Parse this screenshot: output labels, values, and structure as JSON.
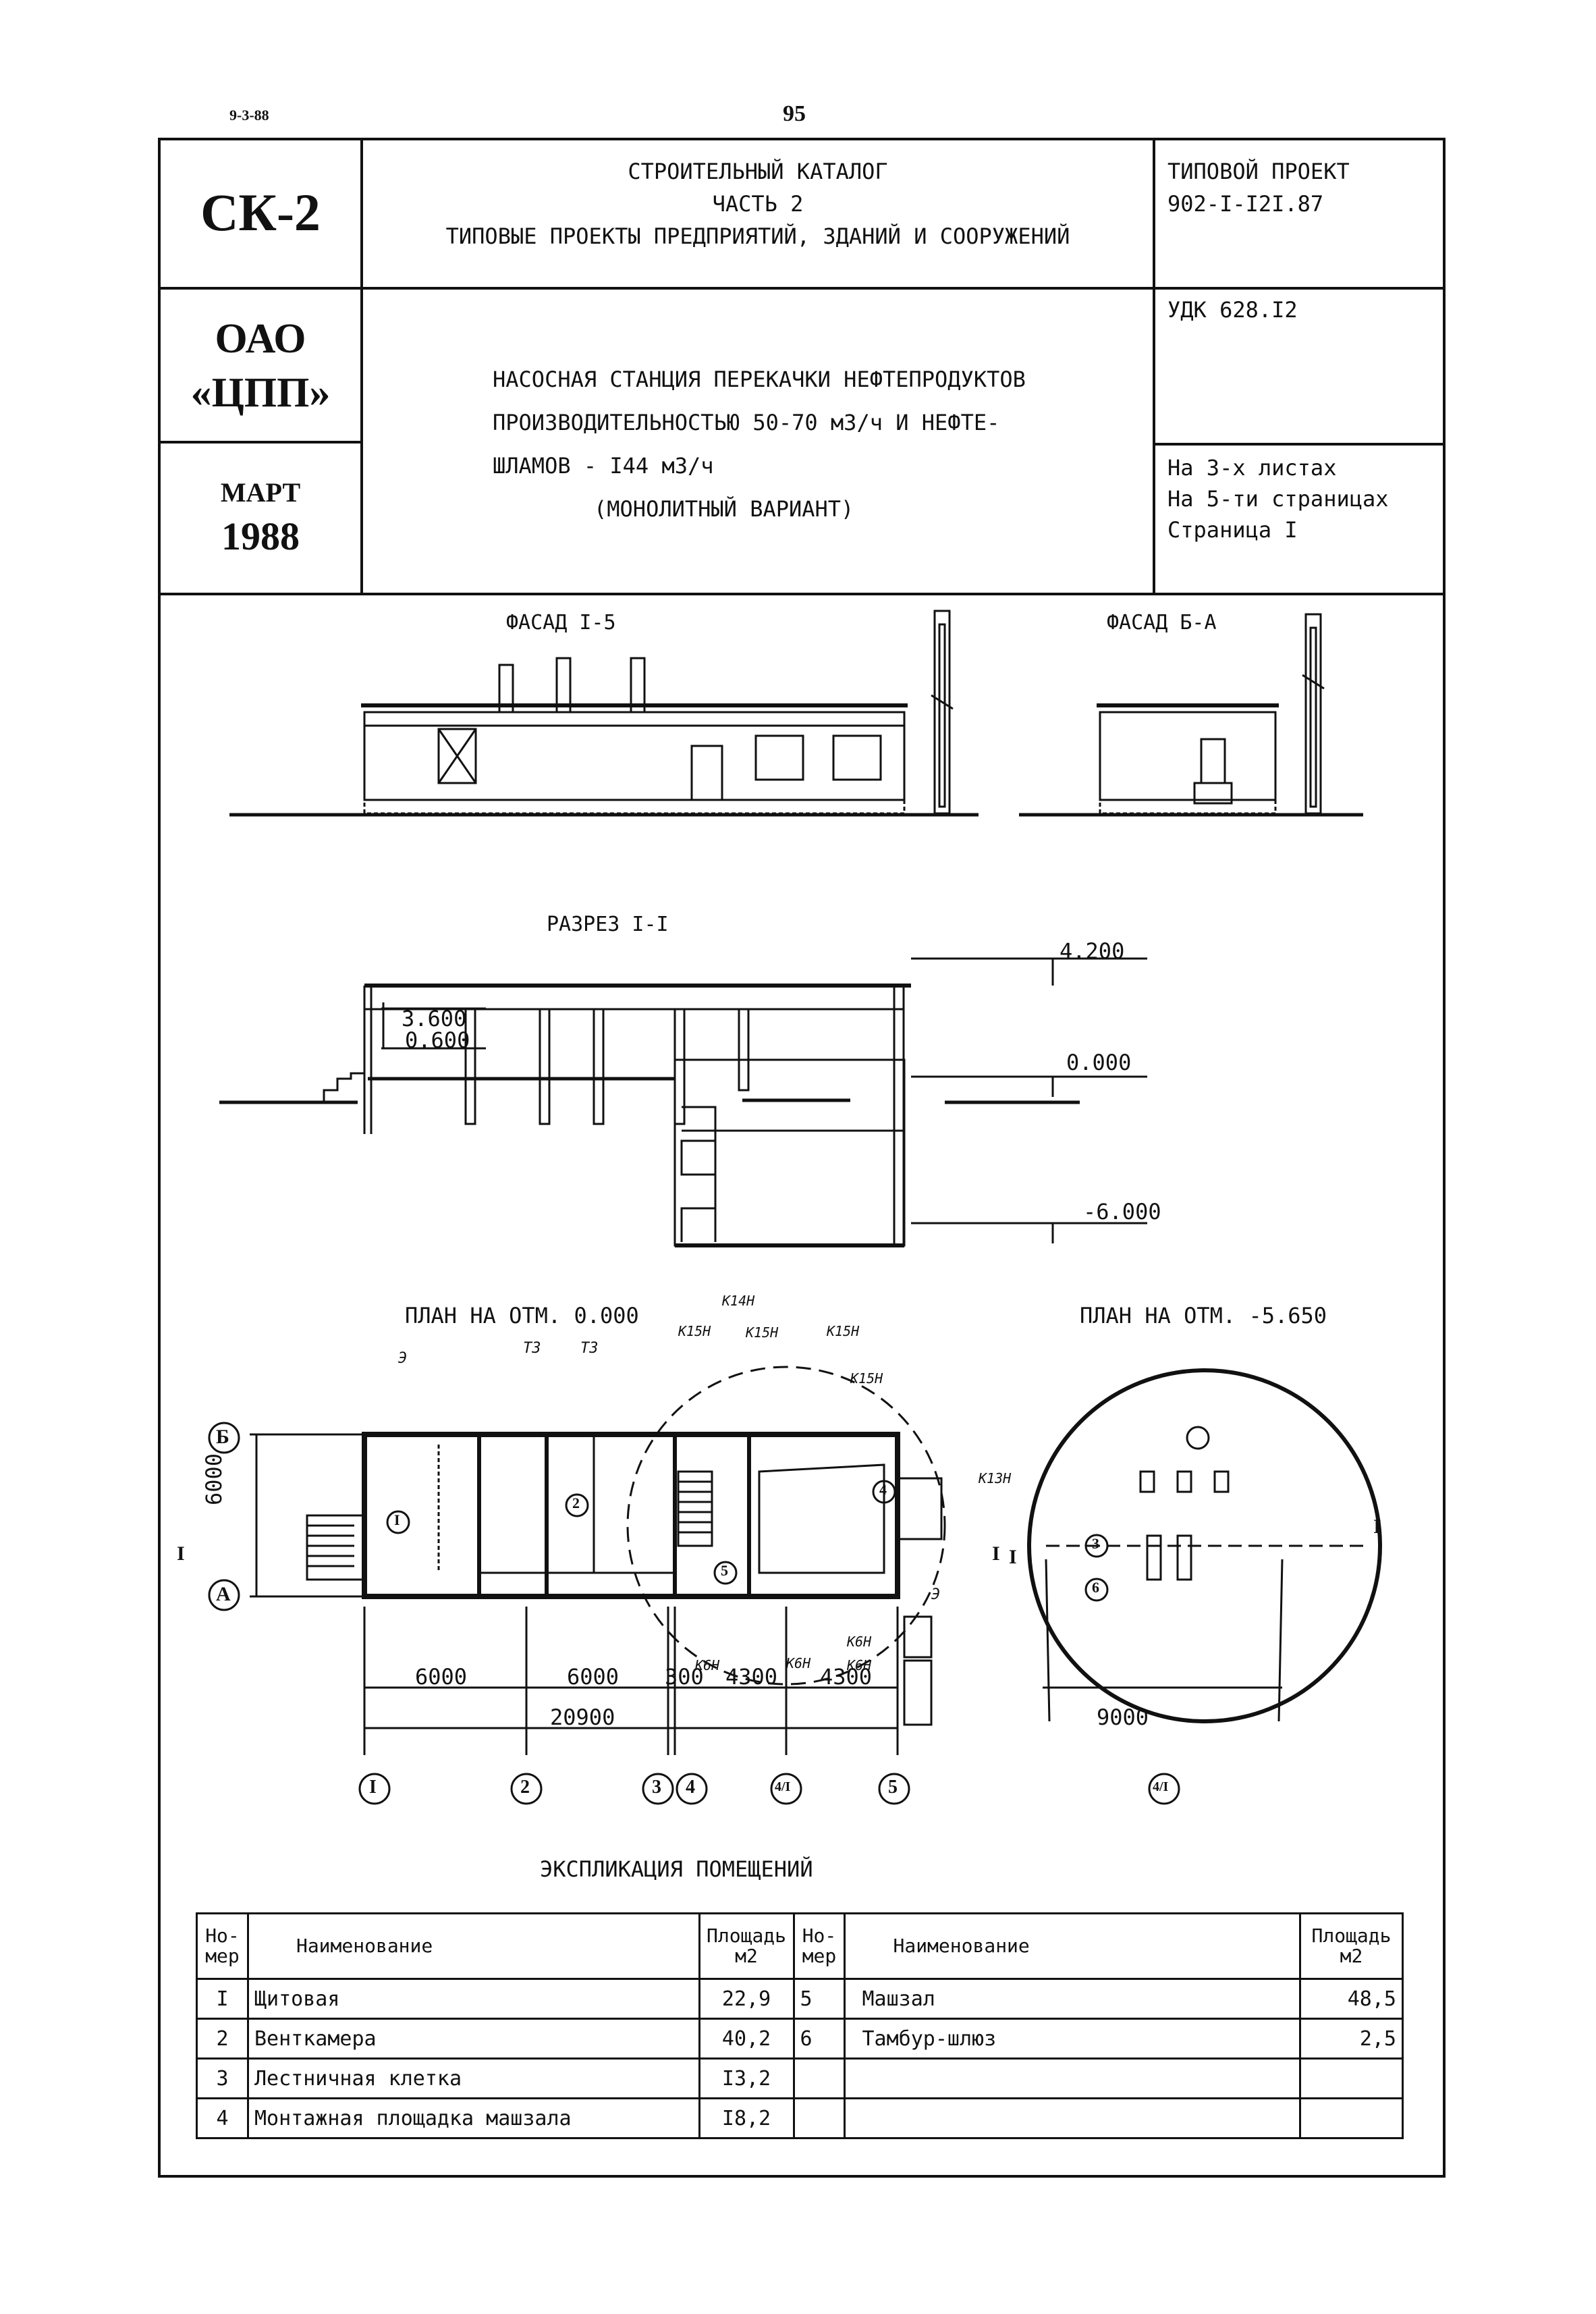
{
  "page": {
    "code_left": "9-3-88",
    "page_number": "95"
  },
  "header": {
    "series": "СК-2",
    "catalog_lines": [
      "СТРОИТЕЛЬНЫЙ КАТАЛОГ",
      "ЧАСТЬ 2",
      "ТИПОВЫЕ ПРОЕКТЫ ПРЕДПРИЯТИЙ, ЗДАНИЙ И СООРУЖЕНИЙ"
    ],
    "project_lines": [
      "ТИПОВОЙ ПРОЕКТ",
      "902-I-I2I.87"
    ],
    "org_lines": [
      "ОАО",
      "«ЦПП»"
    ],
    "title_lines": [
      "НАСОСНАЯ СТАНЦИЯ ПЕРЕКАЧКИ НЕФТЕПРОДУКТОВ",
      "ПРОИЗВОДИТЕЛЬНОСТЬЮ 50-70 м3/ч И НЕФТЕ-",
      "ШЛАМОВ - I44 м3/ч",
      "(МОНОЛИТНЫЙ ВАРИАНТ)"
    ],
    "udk": "УДК 628.I2",
    "month": "МАРТ",
    "year": "1988",
    "sheet_lines": [
      "На 3-х листах",
      "На 5-ти страницах",
      "Страница I"
    ]
  },
  "drawings": {
    "facade1_title": "ФАСАД I-5",
    "facade2_title": "ФАСАД Б-А",
    "section_title": "РАЗРЕЗ I-I",
    "elev_4200": "4.200",
    "elev_0000": "0.000",
    "elev_m6000": "-6.000",
    "elev_3600": "3.600",
    "elev_0600": "0.600",
    "plan1_title": "ПЛАН НА ОТМ. 0.000",
    "plan2_title": "ПЛАН НА ОТМ. -5.650",
    "axis_letters": [
      "Б",
      "А"
    ],
    "axis_numbers": [
      "I",
      "2",
      "3",
      "4",
      "4/I",
      "5"
    ],
    "axis_4_1_plan2": "4/I",
    "dim_6000_vertical": "6000",
    "dims_bottom": [
      "6000",
      "6000",
      "300",
      "4300",
      "4300"
    ],
    "dim_total": "20900",
    "dim_9000": "9000",
    "section_marks": [
      "I",
      "I",
      "I",
      "I"
    ],
    "room_marks": [
      "I",
      "2",
      "3",
      "4",
      "5",
      "6"
    ],
    "pipe_labels": [
      "Э",
      "ТЗ",
      "ТЗ",
      "К15Н",
      "К14Н",
      "К15Н",
      "К15Н",
      "К15Н",
      "К13Н",
      "К6Н",
      "К6Н",
      "К6Н",
      "К6Н",
      "Э"
    ]
  },
  "explication": {
    "title": "ЭКСПЛИКАЦИЯ ПОМЕЩЕНИЙ",
    "headers": [
      "Но-мер",
      "Наименование",
      "Площадь м2",
      "Но-мер",
      "Наименование",
      "Площадь м2"
    ],
    "rows": [
      [
        "I",
        "Щитовая",
        "22,9",
        "5",
        "Машзал",
        "48,5"
      ],
      [
        "2",
        "Венткамера",
        "40,2",
        "6",
        "Тамбур-шлюз",
        "2,5"
      ],
      [
        "3",
        "Лестничная клетка",
        "I3,2",
        "",
        "",
        ""
      ],
      [
        "4",
        "Монтажная площадка машзала",
        "I8,2",
        "",
        "",
        ""
      ]
    ]
  }
}
